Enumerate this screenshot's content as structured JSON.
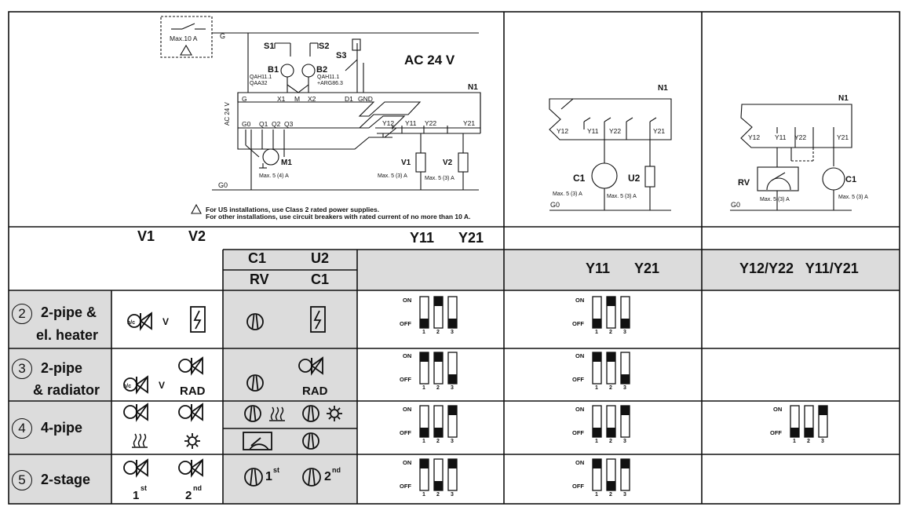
{
  "schematic": {
    "supply_label": "AC 24 V",
    "fuse_label": "Max.10 A",
    "rail_top": "G",
    "rail_bottom": "G0",
    "controller": "N1",
    "switches": [
      "S1",
      "S2",
      "S3"
    ],
    "sensors": [
      "B1",
      "B2"
    ],
    "b1_types": [
      "QAH11.1",
      "QAA32"
    ],
    "b2_types": [
      "QAH11.1",
      "+ARG86.3"
    ],
    "terminals_top": [
      "G",
      "X1",
      "M",
      "X2",
      "D1",
      "GND"
    ],
    "terminals_bottom": [
      "G0",
      "Q1",
      "Q2",
      "Q3"
    ],
    "motor": "M1",
    "motor_max": "Max. 5 (4) A",
    "vertical_label": "AC 24 V",
    "relay_terminals": [
      "Y12",
      "Y11",
      "Y22",
      "Y21"
    ],
    "valves": [
      "V1",
      "V2"
    ],
    "valve_max": "Max. 5 (3) A",
    "warning_line1": "For US installations, use Class 2 rated power supplies.",
    "warning_line2": "For other installations, use circuit breakers with rated current of no more than 10 A."
  },
  "diagram_mid": {
    "controller": "N1",
    "terminals": [
      "Y12",
      "Y11",
      "Y22",
      "Y21"
    ],
    "loads": [
      "C1",
      "U2"
    ],
    "max_label": "Max. 5 (3) A",
    "rail": "G0"
  },
  "diagram_right": {
    "controller": "N1",
    "terminals": [
      "Y12",
      "Y11",
      "Y22",
      "Y21"
    ],
    "loads": [
      "RV",
      "C1"
    ],
    "max_label": "Max. 5 (3) A",
    "rail": "G0"
  },
  "headers": {
    "v1": "V1",
    "v2": "V2",
    "c1": "C1",
    "u2": "U2",
    "rv": "RV",
    "c1b": "C1",
    "top_y11": "Y11",
    "top_y21": "Y21",
    "mid_y11": "Y11",
    "mid_y21": "Y21",
    "right": "Y12/Y22   Y11/Y21"
  },
  "switch_labels": {
    "on": "ON",
    "off": "OFF",
    "nums": [
      "1",
      "2",
      "3"
    ]
  },
  "symbol_labels": {
    "hc": "h/c",
    "v": "V",
    "rad": "RAD",
    "first": "1",
    "second": "2",
    "st": "st",
    "nd": "nd"
  },
  "rows": [
    {
      "num": "2",
      "label": [
        "2-pipe &",
        "el. heater"
      ],
      "sw_a": [
        false,
        true,
        false
      ],
      "sw_b": [
        false,
        true,
        false
      ],
      "sw_c": null
    },
    {
      "num": "3",
      "label": [
        "2-pipe",
        "& radiator"
      ],
      "sw_a": [
        true,
        true,
        false
      ],
      "sw_b": [
        true,
        true,
        false
      ],
      "sw_c": null
    },
    {
      "num": "4",
      "label": [
        "4-pipe"
      ],
      "sw_a": [
        false,
        false,
        true
      ],
      "sw_b": [
        false,
        false,
        true
      ],
      "sw_c": [
        false,
        false,
        true
      ]
    },
    {
      "num": "5",
      "label": [
        "2-stage"
      ],
      "sw_a": [
        true,
        false,
        true
      ],
      "sw_b": [
        true,
        false,
        true
      ],
      "sw_c": null
    }
  ],
  "colors": {
    "grid": "#111111",
    "shade": "#dcdcdc",
    "ink": "#111111"
  }
}
